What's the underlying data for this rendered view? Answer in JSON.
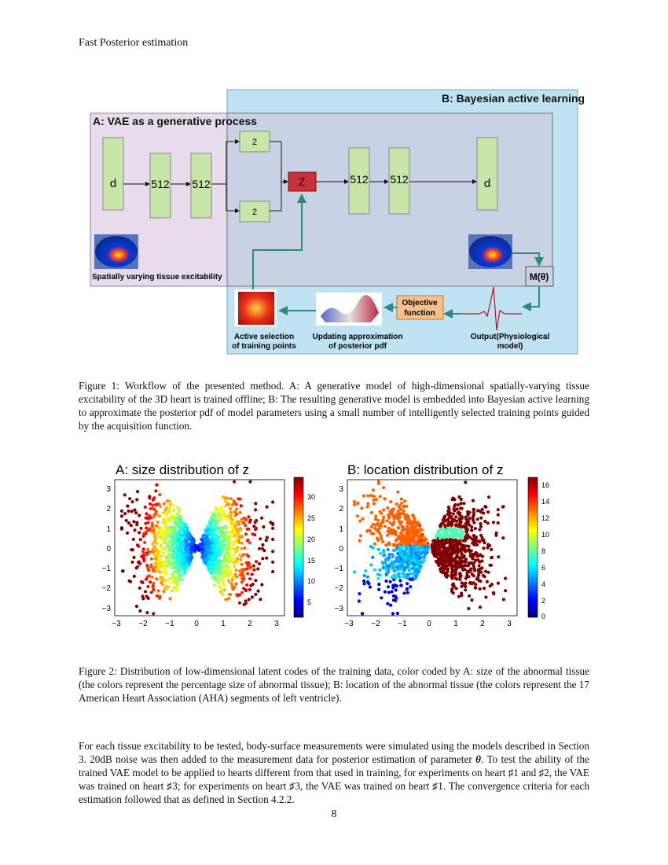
{
  "header": {
    "running_title": "Fast Posterior estimation"
  },
  "figure1": {
    "panel_b_title": "B: Bayesian active learning",
    "panel_a_title": "A: VAE as a generative process",
    "encoder_input": "d",
    "encoder_hidden_1": "512",
    "encoder_hidden_2": "512",
    "latent_mu": "2",
    "latent_sigma": "2",
    "latent_z": "Z",
    "decoder_hidden_1": "512",
    "decoder_hidden_2": "512",
    "decoder_output": "d",
    "input_caption": "Spatially varying tissue excitability",
    "model_label": "M(θ)",
    "objective_line1": "Objective",
    "objective_line2": "function",
    "output_line1": "Output(Physiological",
    "output_line2": "model)",
    "update_line1": "Updating approximation",
    "update_line2": "of posterior pdf",
    "active_line1": "Active selection",
    "active_line2": "of training points",
    "colors": {
      "panel_a": "#e8dcec",
      "panel_b": "#bfe3f2",
      "overlap": "#c9d1e4",
      "layer": "#c8e6a8",
      "z": "#c9303a",
      "objective": "#f7c08a",
      "arrow_green": "#2e8b7a"
    }
  },
  "figure1_caption": "Figure 1: Workflow of the presented method. A: A generative model of high-dimensional spatially-varying tissue excitability of the 3D heart is trained offline; B: The resulting generative model is embedded into Bayesian active learning to approximate the posterior pdf of model parameters using a small number of intelligently selected training points guided by the acquisition function.",
  "figure2": {
    "panel_a": {
      "title": "A: size distribution of z",
      "x_ticks": [
        "−3",
        "−2",
        "−1",
        "0",
        "1",
        "2",
        "3"
      ],
      "y_ticks": [
        "3",
        "2",
        "1",
        "0",
        "−1",
        "−2",
        "−3"
      ],
      "colorbar_ticks": [
        "30",
        "25",
        "20",
        "15",
        "10",
        "5"
      ]
    },
    "panel_b": {
      "title": "B: location distribution of z",
      "x_ticks": [
        "−3",
        "−2",
        "−1",
        "0",
        "1",
        "2",
        "3"
      ],
      "y_ticks": [
        "3",
        "2",
        "1",
        "0",
        "−1",
        "−2",
        "−3"
      ],
      "colorbar_ticks": [
        "16",
        "14",
        "12",
        "10",
        "8",
        "6",
        "4",
        "2",
        "0"
      ]
    }
  },
  "chart_data": [
    {
      "type": "scatter",
      "title": "A: size distribution of z",
      "xlim": [
        -3,
        3
      ],
      "ylim": [
        -3.3,
        3.3
      ],
      "colorbar": {
        "colormap": "jet",
        "range": [
          2,
          34
        ]
      },
      "description_values": {
        "center_color_range": [
          5,
          15
        ],
        "edge_color_range": [
          20,
          34
        ]
      }
    },
    {
      "type": "scatter",
      "title": "B: location distribution of z",
      "xlim": [
        -3,
        3
      ],
      "ylim": [
        -3.3,
        3.3
      ],
      "colorbar": {
        "colormap": "jet",
        "range": [
          0,
          17
        ]
      }
    }
  ],
  "figure2_caption": "Figure 2: Distribution of low-dimensional latent codes of the training data, color coded by A: size of the abnormal tissue (the colors represent the percentage size of abnormal tissue); B: location of the abnormal tissue (the colors represent the 17 American Heart Association (AHA) segments of left ventricle).",
  "body": {
    "part1": "For each tissue excitability to be tested, body-surface measurements were simulated using the models described in Section 3. 20dB noise was then added to the measurement data for posterior estimation of parameter ",
    "theta": "θ",
    "part2": ". To test the ability of the trained VAE model to be applied to hearts different from that used in training, for experiments on heart ♯1 and ♯2, the VAE was trained on heart ♯3; for experiments on heart ♯3, the VAE was trained on heart ♯1. The convergence criteria for each estimation followed that as defined in Section 4.2.2."
  },
  "page_number": "8"
}
